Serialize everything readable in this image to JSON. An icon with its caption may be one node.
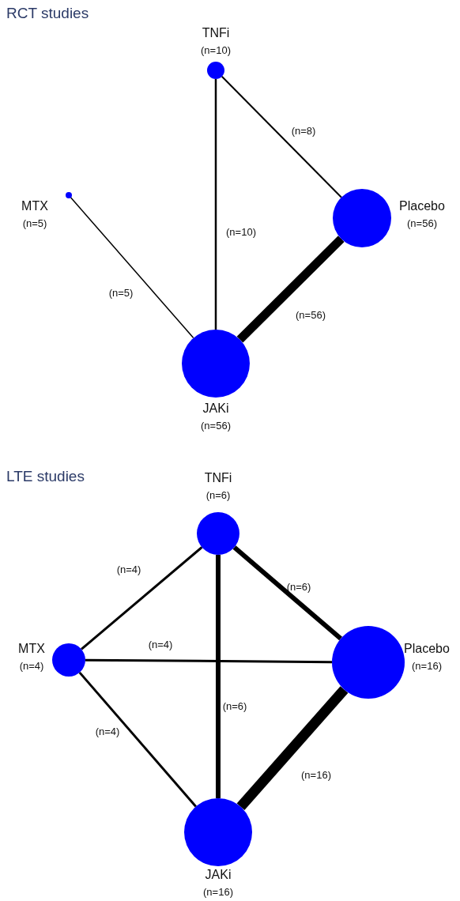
{
  "diagram": {
    "nodes": [
      {
        "text": [],
        "shape": "circle",
        "beside": [
          "TNFi",
          "(n=10)"
        ]
      },
      {
        "text": [],
        "shape": "circle",
        "beside": [
          "MTX",
          "(n=5)"
        ]
      },
      {
        "text": [],
        "shape": "circle",
        "beside": [
          "Placebo",
          "(n=56)"
        ]
      },
      {
        "text": [],
        "shape": "circle",
        "beside": [
          "JAKi",
          "(n=56)"
        ]
      },
      {
        "text": [],
        "shape": "circle",
        "beside": [
          "TNFi",
          "(n=6)"
        ]
      },
      {
        "text": [],
        "shape": "circle",
        "beside": [
          "MTX",
          "(n=4)"
        ]
      },
      {
        "text": [],
        "shape": "circle",
        "beside": [
          "Placebo",
          "(n=16)"
        ]
      },
      {
        "text": [],
        "shape": "circle",
        "beside": [
          "JAKi",
          "(n=16)"
        ]
      }
    ],
    "edges": [
      {
        "from": 0,
        "to": 2,
        "arrow": "none",
        "label": "(n=8)"
      },
      {
        "from": 0,
        "to": 3,
        "arrow": "none",
        "label": "(n=10)"
      },
      {
        "from": 1,
        "to": 3,
        "arrow": "none",
        "label": "(n=5)"
      },
      {
        "from": 2,
        "to": 3,
        "arrow": "none",
        "label": "(n=56)",
        "style": "thick"
      },
      {
        "from": 4,
        "to": 5,
        "arrow": "none",
        "label": "(n=4)"
      },
      {
        "from": 4,
        "to": 6,
        "arrow": "none",
        "label": "(n=6)",
        "style": "thick"
      },
      {
        "from": 4,
        "to": 7,
        "arrow": "none",
        "label": "(n=6)",
        "style": "thick"
      },
      {
        "from": 5,
        "to": 6,
        "arrow": "none",
        "label": "(n=4)"
      },
      {
        "from": 5,
        "to": 7,
        "arrow": "none",
        "label": "(n=4)"
      },
      {
        "from": 6,
        "to": 7,
        "arrow": "none",
        "label": "(n=16)",
        "style": "thick"
      }
    ],
    "labels": [
      "RCT studies",
      "LTE studies"
    ]
  }
}
